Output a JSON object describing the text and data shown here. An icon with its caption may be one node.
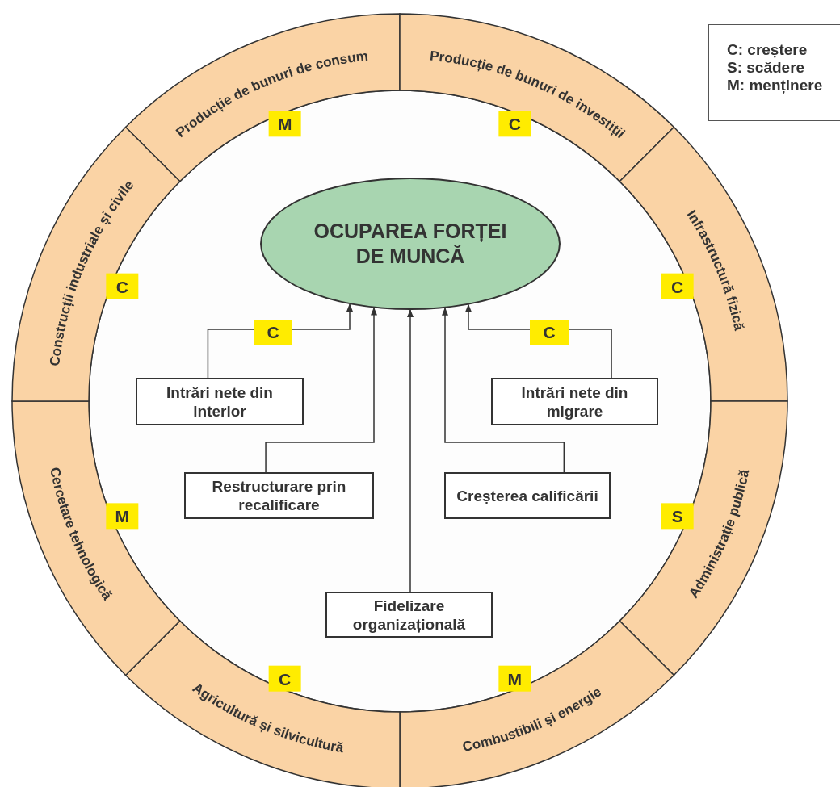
{
  "diagram": {
    "nodes": [
      {
        "text": [
          "OCUPAREA FORȚEI DE MUNCĂ"
        ]
      },
      {
        "text": [
          "Intrări nete din interior"
        ]
      },
      {
        "text": [
          "Intrări nete din migrare"
        ]
      },
      {
        "text": [
          "Restructurare prin recalificare"
        ]
      },
      {
        "text": [
          "Creșterea calificării"
        ]
      },
      {
        "text": [
          "Fidelizare organizațională"
        ]
      },
      {
        "text": [
          "Producție de bunuri de consum"
        ],
        "beside": [
          "M"
        ]
      },
      {
        "text": [
          "Producție de bunuri de investiții"
        ],
        "beside": [
          "C"
        ]
      },
      {
        "text": [
          "Infrastructură fizică"
        ],
        "beside": [
          "C"
        ]
      },
      {
        "text": [
          "Administrație publică"
        ],
        "beside": [
          "S"
        ]
      },
      {
        "text": [
          "Combustibili și energie"
        ],
        "beside": [
          "M"
        ]
      },
      {
        "text": [
          "Agricultură și silvicultură"
        ],
        "beside": [
          "C"
        ]
      },
      {
        "text": [
          "Cercetare tehnologică"
        ],
        "beside": [
          "M"
        ]
      },
      {
        "text": [
          "Construcții industriale și civile"
        ],
        "beside": [
          "C"
        ]
      }
    ],
    "edges": [
      {
        "from": 1,
        "to": 0,
        "arrow": "to",
        "label": "C"
      },
      {
        "from": 2,
        "to": 0,
        "arrow": "to",
        "label": "C"
      },
      {
        "from": 3,
        "to": 0,
        "arrow": "to"
      },
      {
        "from": 4,
        "to": 0,
        "arrow": "to"
      },
      {
        "from": 5,
        "to": 0,
        "arrow": "to"
      }
    ],
    "labels": [
      "C: creștere",
      "S: scădere",
      "M: menținere"
    ]
  }
}
